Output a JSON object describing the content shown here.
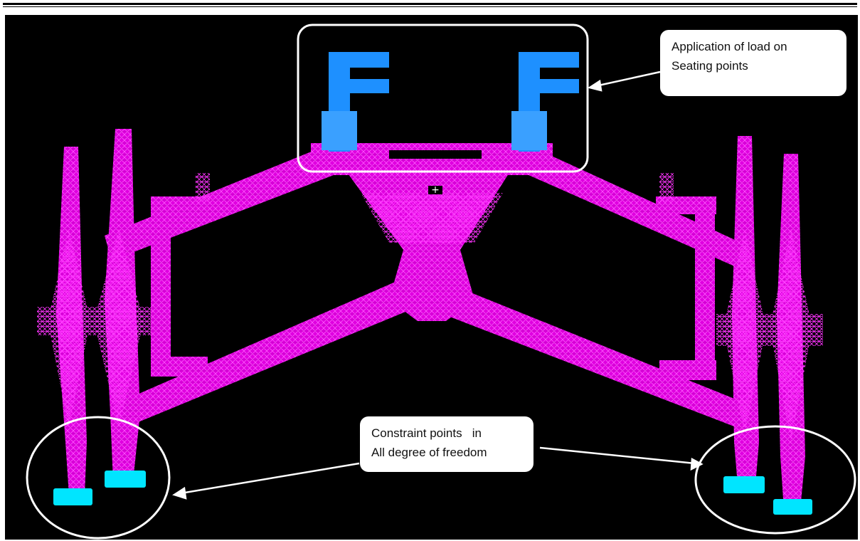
{
  "annotations": {
    "load": {
      "line1": "Application of load on",
      "line2": "Seating points"
    },
    "constraint": {
      "line1": "Constraint points   in",
      "line2": "All degree of freedom"
    }
  },
  "colors": {
    "background": "#000000",
    "frame_mesh": "#ff00ff",
    "load_markers": "#1e90ff",
    "constraint_markers": "#00ffff",
    "outline": "#ffffff"
  },
  "icons": {
    "load_marker": "force-F-glyph",
    "center_marker": "plus-icon"
  }
}
